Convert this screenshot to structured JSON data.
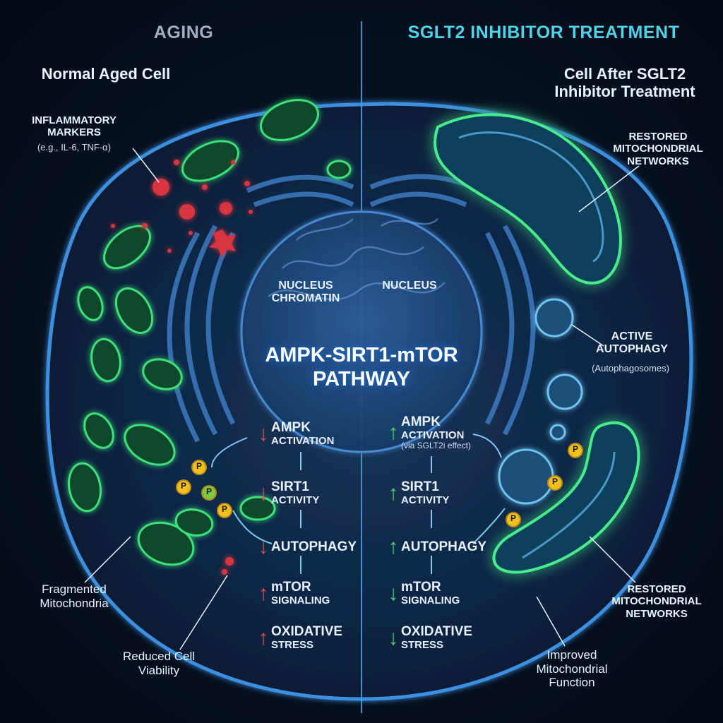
{
  "header": {
    "left_title": "AGING",
    "right_title": "SGLT2 INHIBITOR TREATMENT"
  },
  "left_cell": {
    "title": "Normal Aged Cell",
    "inflammatory_title": "INFLAMMATORY MARKERS",
    "inflammatory_example": "(e.g., IL-6, TNF-α)",
    "nucleus_label": "NUCLEUS CHROMATIN",
    "fragmented_label": "Fragmented Mitochondria",
    "viability_label": "Reduced Cell Viability"
  },
  "right_cell": {
    "title": "Cell After SGLT2 Inhibitor Treatment",
    "nucleus_label": "NUCLEUS",
    "networks_label_top": "RESTORED MITOCHONDRIAL NETWORKS",
    "autophagy_title": "ACTIVE AUTOPHAGY",
    "autophagy_sub": "(Autophagosomes)",
    "networks_label_bottom": "RESTORED MITOCHONDRIAL NETWORKS",
    "improved_label": "Improved Mitochondrial Function"
  },
  "pathway": {
    "title_line1": "AMPK-SIRT1-mTOR",
    "title_line2": "PATHWAY"
  },
  "left_steps": [
    {
      "arrow": "↓",
      "line1": "AMPK",
      "line2": "ACTIVATION",
      "color": "#e0474f"
    },
    {
      "arrow": "↓",
      "line1": "SIRT1",
      "line2": "ACTIVITY",
      "color": "#e0474f"
    },
    {
      "arrow": "↓",
      "line1": "AUTOPHAGY",
      "line2": "",
      "color": "#e0474f"
    },
    {
      "arrow": "↑",
      "line1": "mTOR",
      "line2": "SIGNALING",
      "color": "#e0474f"
    },
    {
      "arrow": "↑",
      "line1": "OXIDATIVE",
      "line2": "STRESS",
      "color": "#e0474f"
    }
  ],
  "right_steps": [
    {
      "arrow": "↑",
      "line1": "AMPK",
      "line2": "ACTIVATION",
      "line3": "(via SGLT2i effect)",
      "color": "#43d36a"
    },
    {
      "arrow": "↑",
      "line1": "SIRT1",
      "line2": "ACTIVITY",
      "color": "#43d36a"
    },
    {
      "arrow": "↑",
      "line1": "AUTOPHAGY",
      "line2": "",
      "color": "#43d36a"
    },
    {
      "arrow": "↓",
      "line1": "mTOR",
      "line2": "SIGNALING",
      "color": "#43d36a"
    },
    {
      "arrow": "↓",
      "line1": "OXIDATIVE",
      "line2": "STRESS",
      "color": "#43d36a"
    }
  ],
  "phospho_label": "P",
  "colors": {
    "membrane": "#3d8fe0",
    "mito_green": "#2fd06a",
    "inflammation_red": "#d8343f",
    "divider": "#4aa6e8",
    "left_header": "#9fb0c4",
    "right_header": "#4fd3e8"
  }
}
